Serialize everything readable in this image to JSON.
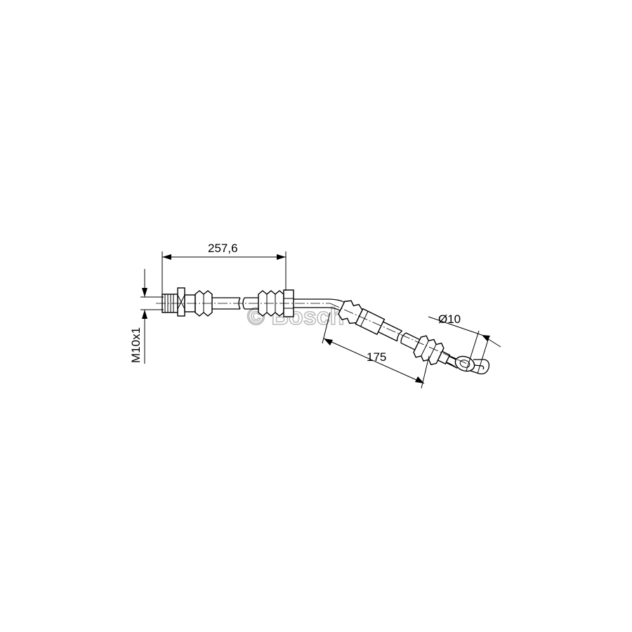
{
  "dimensions": {
    "overall_length": "257,6",
    "offset_length": "175",
    "thread": "M10x1",
    "banjo_diameter": "Ø10"
  },
  "watermark": "© Bosch",
  "colors": {
    "line": "#000000",
    "watermark": "#bdbdbd",
    "background": "#ffffff"
  }
}
